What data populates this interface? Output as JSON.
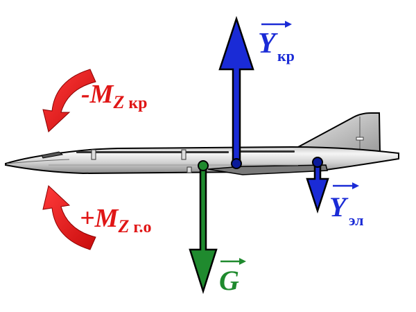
{
  "colors": {
    "lift": "#1a2bd6",
    "weight": "#1f8a2e",
    "moment": "#e01616",
    "outline": "#000000",
    "body_light": "#f0f0f0",
    "body_dark": "#8a8a8a"
  },
  "labels": {
    "y_wing": {
      "main": "Y",
      "sub": "кр"
    },
    "y_elevon": {
      "main": "Y",
      "sub": "эл"
    },
    "weight": {
      "main": "G"
    },
    "moment_wing": {
      "prefix": "-M",
      "axis": "Z",
      "sub": "кр"
    },
    "moment_tail": {
      "prefix": "+M",
      "axis": "Z",
      "sub": "г.о"
    }
  },
  "icons": {
    "aircraft": "concorde-airliner-icon",
    "moment_wing_arrow": "curved-arrow-ccw-icon",
    "moment_tail_arrow": "curved-arrow-cw-icon"
  }
}
